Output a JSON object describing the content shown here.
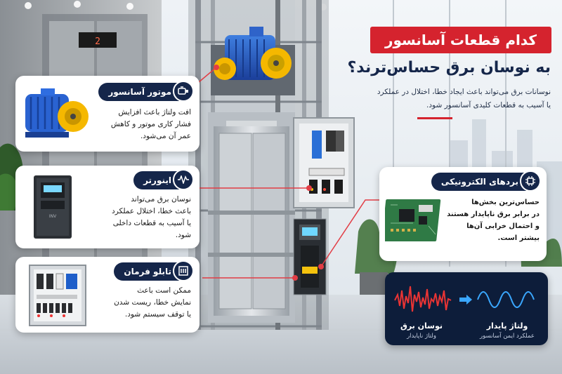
{
  "headline": {
    "line1": "کدام قطعات آسانسور",
    "line2": "به نوسان برق حساس‌ترند؟",
    "subtitle_line1": "نوسانات برق می‌تواند باعث ایجاد خطا، اختلال در عملکرد",
    "subtitle_line2": "یا آسیب به قطعات کلیدی آسانسور شود."
  },
  "floor_display": "2",
  "cards": {
    "motor": {
      "title": "موتور آسانسور",
      "icon": "motor-icon",
      "lines": [
        "افت ولتاژ باعث افزایش",
        "فشار کاری موتور و کاهش",
        "عمر آن می‌شود."
      ]
    },
    "inverter": {
      "title": "اینورتر",
      "icon": "waveform-icon",
      "lines": [
        "نوسان برق می‌تواند",
        "باعث خطا، اختلال عملکرد",
        "یا آسیب به قطعات داخلی",
        "شود."
      ]
    },
    "panel": {
      "title": "تابلو فرمان",
      "icon": "control-panel-icon",
      "lines": [
        "ممکن است باعث",
        "نمایش خطا، ریست شدن",
        "یا توقف سیستم شود."
      ]
    },
    "boards": {
      "title": "بردهای الکترونیکی",
      "icon": "chip-icon",
      "lines": [
        "حساس‌ترین بخش‌ها",
        "در برابر برق ناپایدار هستند",
        "و احتمال خرابی آن‌ها",
        "بیشتر است."
      ]
    }
  },
  "voltage": {
    "unstable_title": "نوسان برق",
    "unstable_sub": "ولتاژ ناپایدار",
    "stable_title": "ولتاژ پایدار",
    "stable_sub": "عملکرد ایمن آسانسور"
  },
  "colors": {
    "navy": "#15264a",
    "red": "#d5232e",
    "unstable_wave": "#e83434",
    "stable_wave": "#3aa7ff"
  }
}
